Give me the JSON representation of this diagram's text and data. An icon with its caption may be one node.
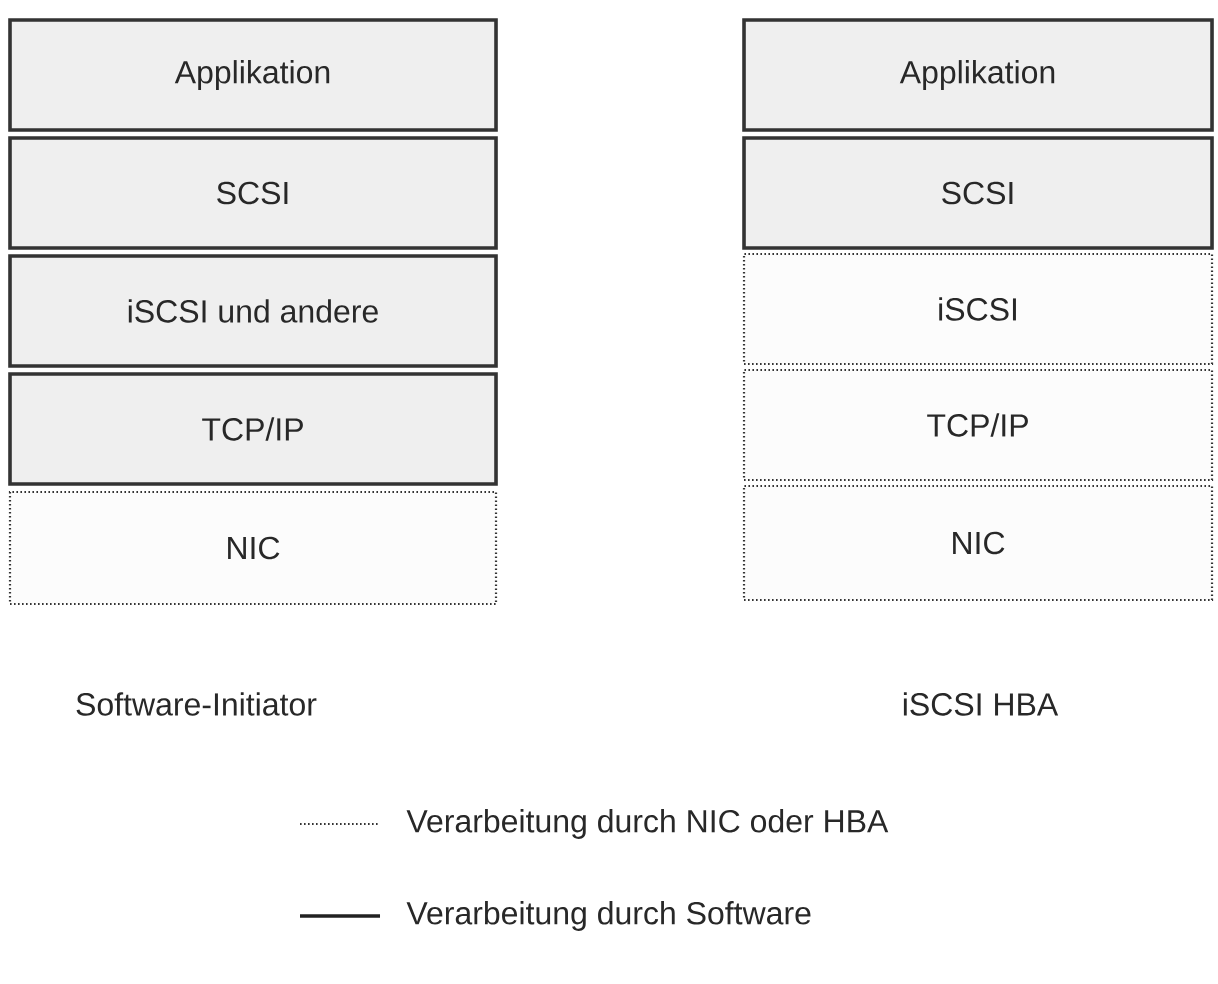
{
  "diagram": {
    "nodes": [
      {
        "text": [
          "Applikation"
        ]
      },
      {
        "text": [
          "SCSI"
        ]
      },
      {
        "text": [
          "iSCSI und andere"
        ]
      },
      {
        "text": [
          "TCP/IP"
        ]
      },
      {
        "text": [
          "NIC"
        ]
      },
      {
        "text": [
          "Applikation"
        ]
      },
      {
        "text": [
          "SCSI"
        ]
      },
      {
        "text": [
          "iSCSI"
        ]
      },
      {
        "text": [
          "TCP/IP"
        ]
      },
      {
        "text": [
          "NIC"
        ]
      }
    ],
    "labels": [
      "Software-Initiator",
      "iSCSI HBA"
    ],
    "legend": [
      {
        "text": "Verarbeitung durch NIC oder HBA"
      },
      {
        "text": "Verarbeitung durch Software"
      }
    ]
  }
}
